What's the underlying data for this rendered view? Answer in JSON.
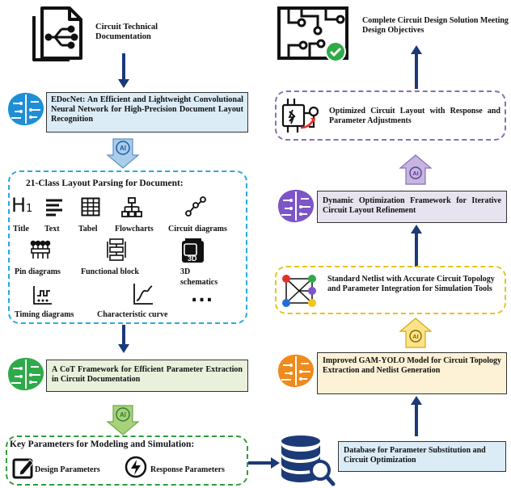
{
  "left": {
    "doc_title": "Circuit Technical Documentation",
    "edocnet": "EDocNet: An Efficient and Lightweight Convolutional Neural Network for High-Precision Document Layout Recognition",
    "ai_badge": "AI",
    "parsing_title": "21-Class Layout Parsing for Document:",
    "classes": {
      "title": "Title",
      "text": "Text",
      "tabel": "Tabel",
      "flowcharts": "Flowcharts",
      "circuit": "Circuit diagrams",
      "pin": "Pin diagrams",
      "functional": "Functional block",
      "schem_3d": "3D schematics",
      "timing": "Timing diagrams",
      "curve": "Characteristic curve",
      "more": "..."
    },
    "cot": "A CoT Framework for Efficient Parameter Extraction in Circuit Documentation",
    "key_title": "Key Parameters for Modeling and Simulation:",
    "design_params": "Design Parameters",
    "response_params": "Response Parameters"
  },
  "right": {
    "complete": "Complete Circuit Design Solution Meeting Design Objectives",
    "optimized": "Optimized Circuit Layout with Response and Parameter Adjustments",
    "dynamic": "Dynamic Optimization Framework for Iterative Circuit Layout Refinement",
    "netlist": "Standard Netlist with Accurate Circuit Topology and Parameter Integration for Simulation Tools",
    "gamyolo": "Improved GAM-YOLO Model for Circuit Topology Extraction and Netlist Generation",
    "database": "Database for Parameter Substitution and Circuit Optimization"
  },
  "colors": {
    "navy": "#1c3a78",
    "cyan_dash": "#28a9dc",
    "green_dash": "#2e9e3a",
    "yellow_dash": "#e8c21e",
    "purple_dash": "#8a6db5",
    "edocnet_fill": "#dbecf7",
    "cot_fill": "#e9f1dc",
    "dynamic_fill": "#e7e4ef",
    "gamyolo_fill": "#fdf2d6",
    "db_fill": "#dbecf7"
  }
}
